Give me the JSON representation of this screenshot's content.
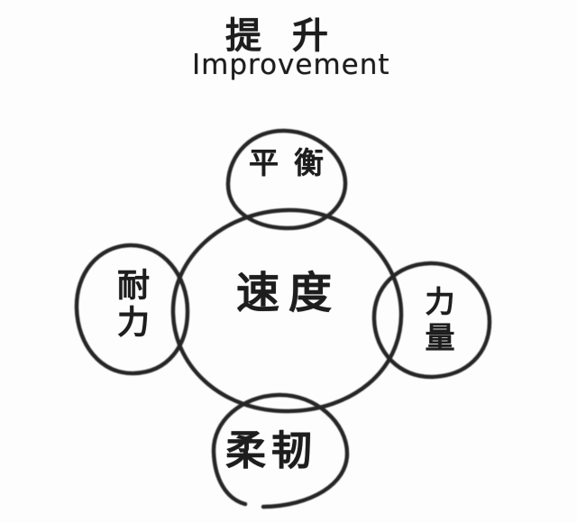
{
  "title": {
    "zh": "提升",
    "en": "Improvement"
  },
  "diagram": {
    "center": {
      "label": "速度"
    },
    "top": {
      "label": "平衡"
    },
    "left": {
      "label": "耐力"
    },
    "right": {
      "label": "力量"
    },
    "bottom": {
      "label": "柔韧"
    }
  },
  "colors": {
    "ink": "#262626",
    "paper": "#fdfdfd"
  }
}
